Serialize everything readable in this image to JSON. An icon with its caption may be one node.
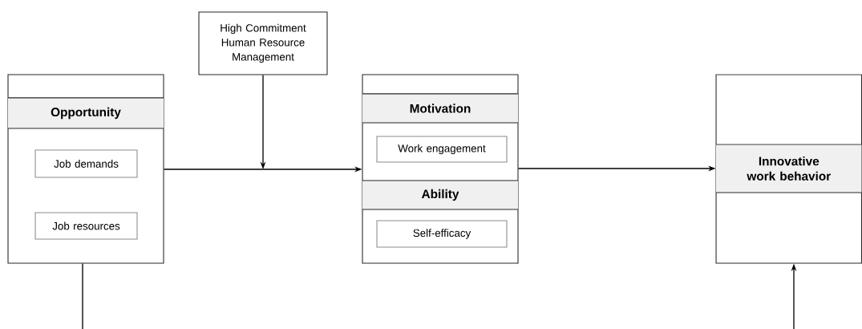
{
  "diagram": {
    "nodes": [
      {
        "text": [
          "High Commitment Human Resource Management"
        ]
      },
      {
        "text": [
          "Opportunity"
        ]
      },
      {
        "text": [
          "Job demands"
        ],
        "in": 1
      },
      {
        "text": [
          "Job resources"
        ],
        "in": 1
      },
      {
        "text": [
          "Motivation",
          "Ability"
        ]
      },
      {
        "text": [
          "Work engagement"
        ],
        "in": 4
      },
      {
        "text": [
          "Self-efficacy"
        ],
        "in": 4
      },
      {
        "text": [
          "Innovative work behavior"
        ]
      }
    ],
    "edges": [
      {
        "from": 1,
        "to": 4,
        "arrow": "to"
      },
      {
        "from": 0,
        "to": null,
        "arrow": "to"
      },
      {
        "from": 4,
        "to": 7,
        "arrow": "to"
      },
      {
        "from": 1,
        "to": null,
        "arrow": "none"
      },
      {
        "from": null,
        "to": 7,
        "arrow": "to"
      }
    ]
  }
}
